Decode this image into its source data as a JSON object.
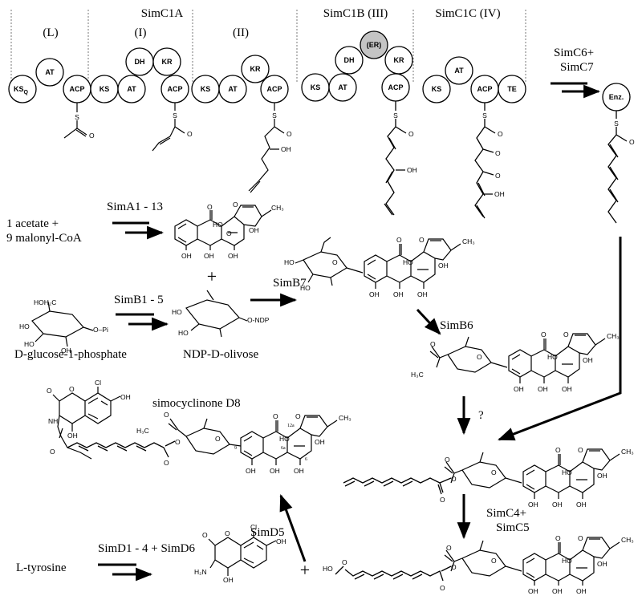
{
  "modules": {
    "simc1a": "SimC1A",
    "simc1b": "SimC1B (III)",
    "simc1c": "SimC1C (IV)",
    "load": "(L)",
    "mod1": "(I)",
    "mod2": "(II)"
  },
  "domains": {
    "ks0": "KS",
    "ks0_sub": "Q",
    "ks": "KS",
    "at": "AT",
    "acp": "ACP",
    "dh": "DH",
    "kr": "KR",
    "er": "(ER)",
    "te": "TE",
    "enz": "Enz."
  },
  "atoms": {
    "s": "S",
    "o": "O",
    "oh": "OH",
    "ho": "HO",
    "cl": "Cl",
    "nh": "NH",
    "h2n": "H₂N",
    "me": "CH₃",
    "hoh2c": "HOH₂C",
    "opi": "O–Pi",
    "ondp": "O-NDP",
    "h3c": "H₃C",
    "c12a": "12a",
    "c6a": "6a",
    "c6": "6",
    "c9": "9"
  },
  "enzymes": {
    "simc6c7_a": "SimC6+",
    "simc6c7_b": "SimC7",
    "sima": "SimA1 - 13",
    "simb": "SimB1 - 5",
    "simb7": "SimB7",
    "simb6": "SimB6",
    "unknown": "?",
    "simc4c5_a": "SimC4+",
    "simc4c5_b": "SimC5",
    "simd5": "SimD5",
    "simd": "SimD1 - 4 + SimD6"
  },
  "labels": {
    "precursor_line1": "1 acetate +",
    "precursor_line2": "9 malonyl-CoA",
    "plus1": "+",
    "plus2": "+",
    "glucose": "D-glucose-1-phosphate",
    "olivose": "NDP-D-olivose",
    "product": "simocyclinone D8",
    "tyrosine": "L-tyrosine"
  }
}
